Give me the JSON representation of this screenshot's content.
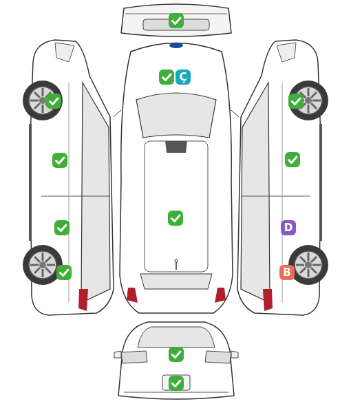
{
  "diagram": {
    "labels": [
      "Ç",
      "D",
      "B"
    ]
  }
}
